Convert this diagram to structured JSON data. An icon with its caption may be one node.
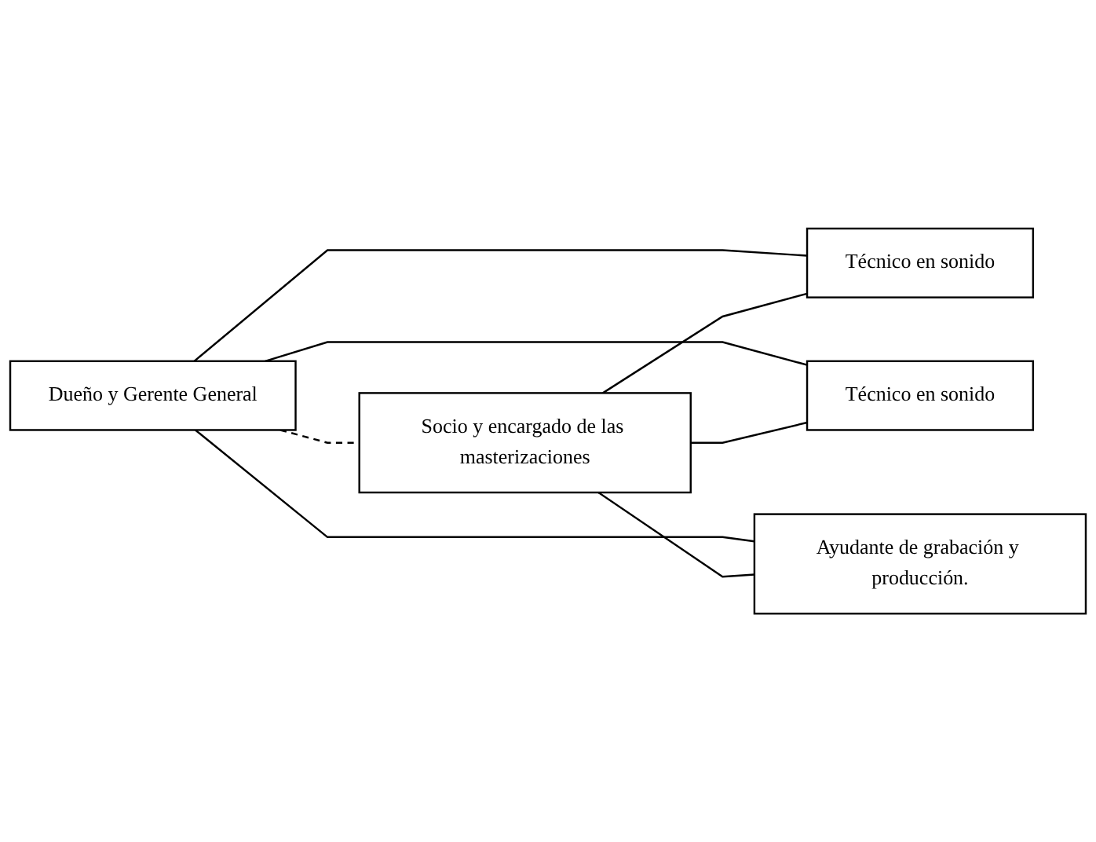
{
  "diagram": {
    "nodes": [
      {
        "text": [
          "Dueño y Gerente General"
        ]
      },
      {
        "text": [
          "Técnico en sonido"
        ]
      },
      {
        "text": [
          "Socio y encargado de las masterizaciones"
        ]
      },
      {
        "text": [
          "Técnico en sonido"
        ]
      },
      {
        "text": [
          "Ayudante de grabación y producción."
        ]
      }
    ],
    "edges": [
      {
        "from": 0,
        "to": 1,
        "arrow": "none"
      },
      {
        "from": 0,
        "to": 3,
        "arrow": "none"
      },
      {
        "from": 0,
        "to": 4,
        "arrow": "none"
      },
      {
        "from": 0,
        "to": 2,
        "arrow": "none",
        "style": "dashed"
      },
      {
        "from": 2,
        "to": 1,
        "arrow": "none"
      },
      {
        "from": 2,
        "to": 3,
        "arrow": "none"
      },
      {
        "from": 2,
        "to": 4,
        "arrow": "none"
      }
    ]
  }
}
